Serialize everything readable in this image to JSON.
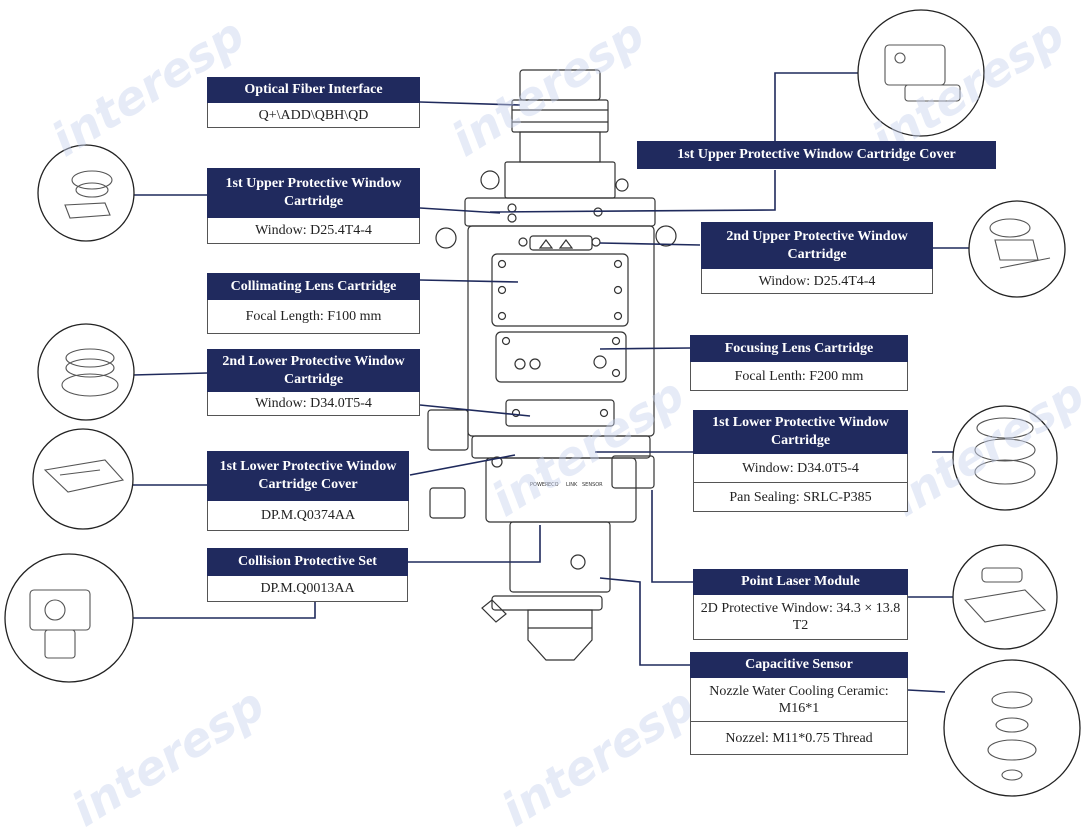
{
  "watermark": {
    "text": "interesp",
    "color": "#c9d3ee"
  },
  "colors": {
    "header_bg": "#202a5e",
    "line": "#1f2a5c",
    "drawing": "#333333"
  },
  "callouts": {
    "optical_fiber": {
      "title": "Optical Fiber Interface",
      "rows": [
        "Q+\\ADD\\QBH\\QD"
      ]
    },
    "upper_cover": {
      "title": "1st Upper Protective Window Cartridge Cover",
      "rows": []
    },
    "first_upper": {
      "title": "1st Upper Protective Window Cartridge",
      "rows": [
        "Window: D25.4T4-4"
      ]
    },
    "second_upper": {
      "title": "2nd Upper Protective Window Cartridge",
      "rows": [
        "Window: D25.4T4-4"
      ]
    },
    "collimating": {
      "title": "Collimating Lens Cartridge",
      "rows": [
        "Focal Length: F100 mm"
      ]
    },
    "focusing": {
      "title": "Focusing Lens Cartridge",
      "rows": [
        "Focal Lenth: F200 mm"
      ]
    },
    "second_lower": {
      "title": "2nd Lower Protective Window Cartridge",
      "rows": [
        "Window: D34.0T5-4"
      ]
    },
    "first_lower": {
      "title": "1st Lower Protective Window Cartridge",
      "rows": [
        "Window: D34.0T5-4",
        "Pan Sealing: SRLC-P385"
      ]
    },
    "lower_cover": {
      "title": "1st Lower Protective Window Cartridge Cover",
      "rows": [
        "DP.M.Q0374AA"
      ]
    },
    "collision": {
      "title": "Collision Protective Set",
      "rows": [
        "DP.M.Q0013AA"
      ]
    },
    "point_laser": {
      "title": "Point Laser Module",
      "rows": [
        "2D Protective Window: 34.3 × 13.8 T2"
      ]
    },
    "capacitive": {
      "title": "Capacitive Sensor",
      "rows": [
        "Nozzle Water Cooling Ceramic: M16*1",
        "Nozzel: M11*0.75 Thread"
      ]
    }
  },
  "panel_labels": [
    "POWER",
    "ECO",
    "LINK",
    "SENSOR"
  ]
}
